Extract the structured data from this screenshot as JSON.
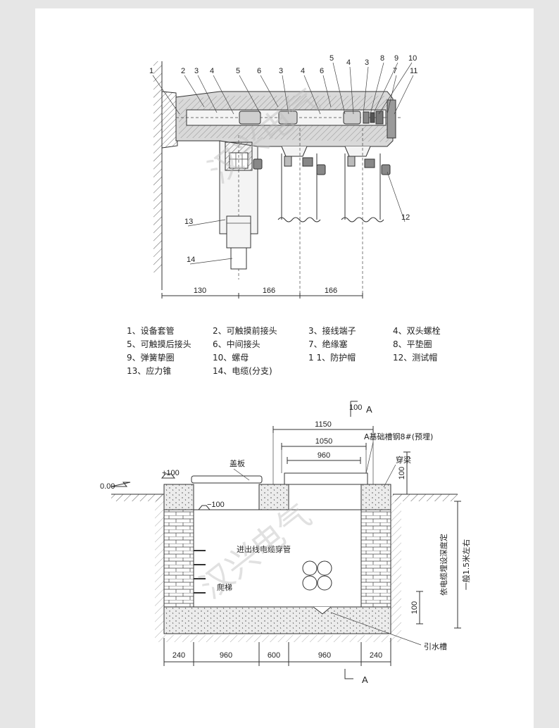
{
  "watermark": "汉兴电气",
  "top_diagram": {
    "callouts": [
      "1",
      "2",
      "3",
      "4",
      "5",
      "6",
      "3",
      "4",
      "6",
      "5",
      "4",
      "3",
      "8",
      "9",
      "10",
      "7",
      "11",
      "12",
      "13",
      "14"
    ],
    "dimensions": [
      "130",
      "166",
      "166"
    ]
  },
  "legend": [
    [
      "1、设备套管",
      "2、可触摸前接头",
      "3、接线端子",
      "4、双头螺栓"
    ],
    [
      "5、可触摸后接头",
      "6、中间接头",
      "7、绝缘塞",
      "8、平垫圈"
    ],
    [
      "9、弹簧挚圈",
      "10、螺母",
      "1 1、防护帽",
      "12、测试帽"
    ],
    [
      "13、应力锥",
      "14、电缆(分支)",
      "",
      ""
    ]
  ],
  "bottom_diagram": {
    "section_top": {
      "num": "100",
      "letter": "A"
    },
    "section_bottom": "A",
    "labels": {
      "cover": "盖板",
      "channel": "A基础槽钢8#(预埋)",
      "beam": "穿梁",
      "ground": "0.00",
      "plus100": "+100",
      "minus100": "−100",
      "duct": "进出线电缆穿管",
      "ladder": "爬梯",
      "drain": "引水槽",
      "depth1": "依电缆埋设深度定",
      "depth2": "一般1.5米左右"
    },
    "dims_top": [
      "1150",
      "1050",
      "960"
    ],
    "dim_100_right": "100",
    "dim_100_lower": "100",
    "dims_bottom": [
      "240",
      "960",
      "600",
      "960",
      "240"
    ]
  }
}
